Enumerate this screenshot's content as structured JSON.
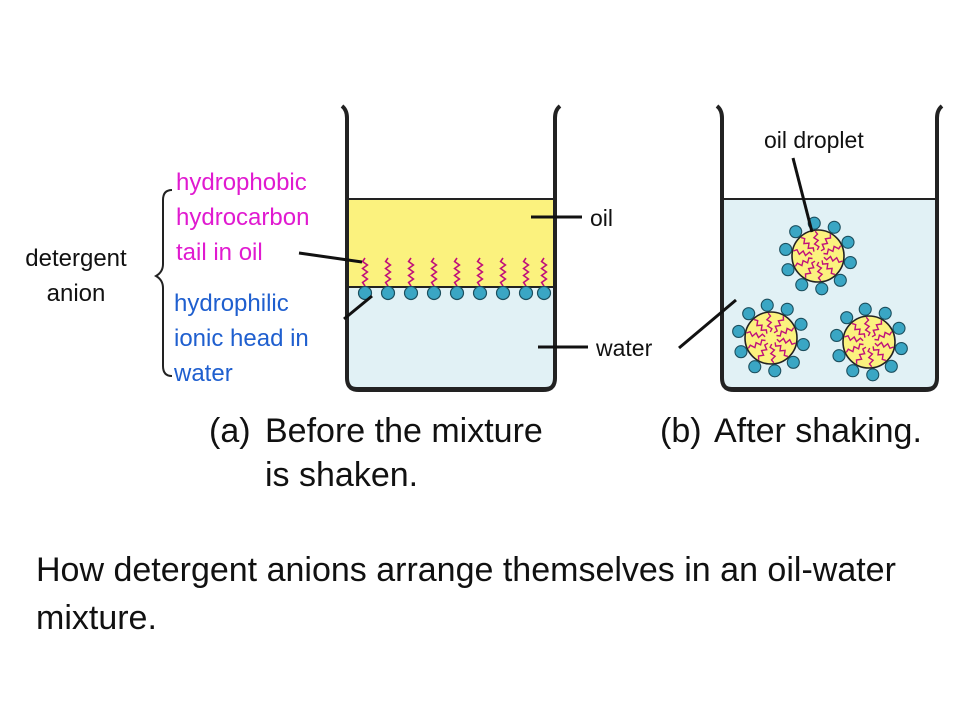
{
  "labels": {
    "detergent_anion": "detergent\nanion",
    "hydrophobic": "hydrophobic\nhydrocarbon\ntail in oil",
    "hydrophilic": "hydrophilic\nionic head in\nwater",
    "oil": "oil",
    "water": "water",
    "oil_droplet": "oil droplet"
  },
  "captions": {
    "a_letter": "(a)",
    "a_text": "Before the mixture\nis shaken.",
    "b_letter": "(b)",
    "b_text": "After shaking."
  },
  "footer": "How detergent anions arrange themselves in an oil-water mixture.",
  "colors": {
    "oil": "#fbf27e",
    "water": "#e1f1f5",
    "head": "#3aa6c4",
    "tail": "#c0107a",
    "hydrophobic_text": "#e01ad0",
    "hydrophilic_text": "#1f5fcf"
  }
}
